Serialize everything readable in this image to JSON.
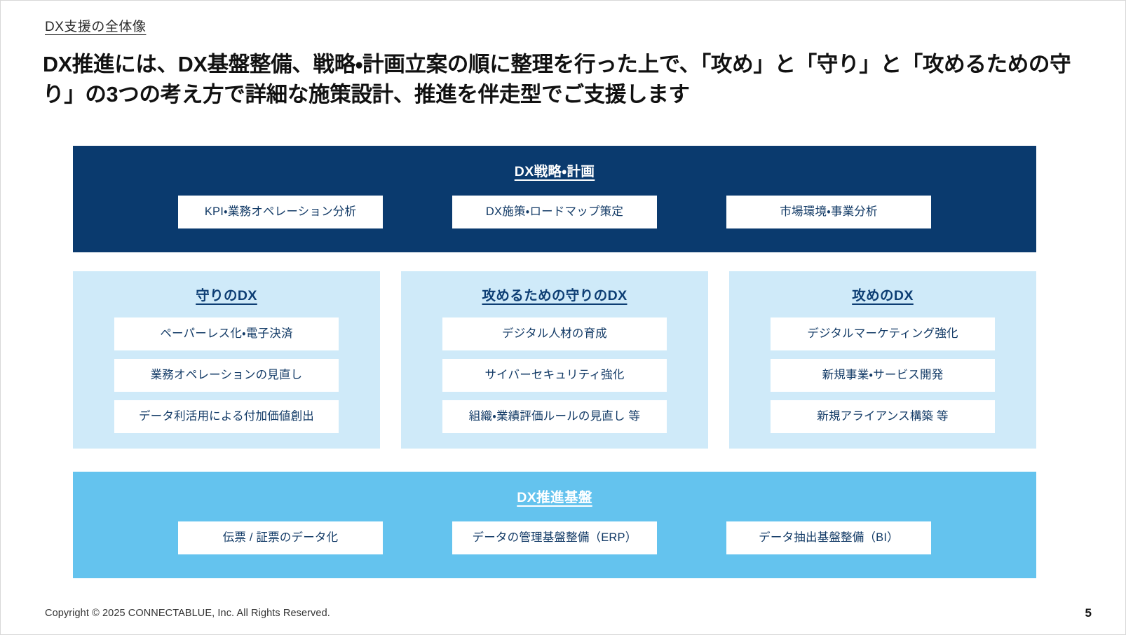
{
  "header": {
    "kicker": "DX支援の全体像",
    "headline": "DX推進には、DX基盤整備、戦略・計画立案の順に整理を行った上で、「攻め」と「守り」と「攻めるための守り」の3つの考え方で詳細な施策設計、推進を伴走型でご支援します"
  },
  "colors": {
    "navy": "#0A3A6E",
    "light_blue_panel": "#CFEAF9",
    "sky_blue_band": "#64C3EE",
    "chip_text": "#123A66",
    "column_title": "#0D3E74"
  },
  "strategy_band": {
    "title": "DX戦略・計画",
    "chips": [
      "KPI・業務オペレーション分析",
      "DX施策・ロードマップ策定",
      "市場環境・事業分析"
    ]
  },
  "columns": [
    {
      "title": "守りのDX",
      "items": [
        "ペーパーレス化・電子決済",
        "業務オペレーションの見直し",
        "データ利活用による付加価値創出"
      ]
    },
    {
      "title": "攻めるための守りのDX",
      "items": [
        "デジタル人材の育成",
        "サイバーセキュリティ強化",
        "組織・業績評価ルールの見直し 等"
      ]
    },
    {
      "title": "攻めのDX",
      "items": [
        "デジタルマーケティング強化",
        "新規事業・サービス開発",
        "新規アライアンス構築 等"
      ]
    }
  ],
  "foundation_band": {
    "title": "DX推進基盤",
    "chips": [
      "伝票 / 証票のデータ化",
      "データの管理基盤整備（ERP）",
      "データ抽出基盤整備（BI）"
    ]
  },
  "footer": {
    "copyright": "Copyright © 2025 CONNECTABLUE, Inc. All Rights Reserved.",
    "page_number": "5"
  }
}
